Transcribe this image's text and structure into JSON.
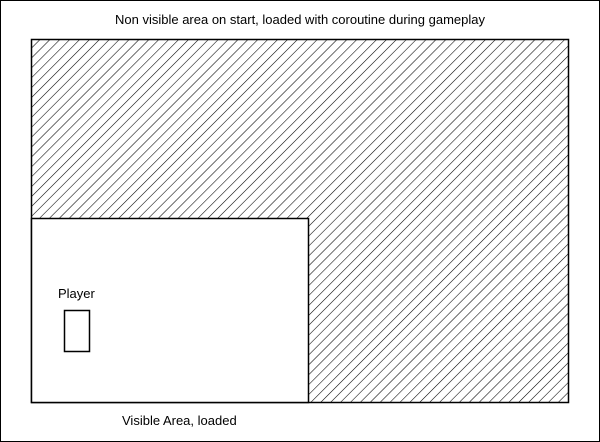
{
  "diagram": {
    "top_caption": "Non visible area on start, loaded with coroutine during gameplay",
    "bottom_caption": "Visible Area, loaded",
    "player_label": "Player",
    "colors": {
      "stroke": "#000000",
      "background": "#ffffff",
      "hatch": "#000000"
    }
  }
}
